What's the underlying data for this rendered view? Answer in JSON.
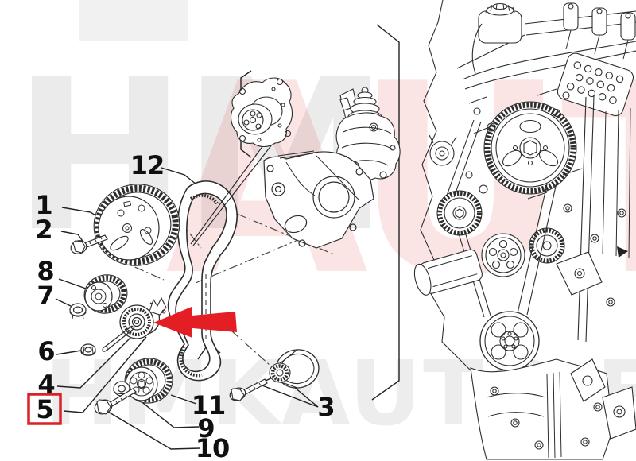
{
  "diagram": {
    "type": "exploded-parts-diagram",
    "subject": "timing-belt-kit-and-engine",
    "callouts": [
      {
        "label": "1"
      },
      {
        "label": "2"
      },
      {
        "label": "3"
      },
      {
        "label": "4"
      },
      {
        "label": "5"
      },
      {
        "label": "6"
      },
      {
        "label": "7"
      },
      {
        "label": "8"
      },
      {
        "label": "9"
      },
      {
        "label": "10"
      },
      {
        "label": "11"
      },
      {
        "label": "12"
      }
    ],
    "highlight": {
      "boxed_callout": "5",
      "box_color": "#dd1f26",
      "arrow_color": "#e31e24"
    },
    "line_color": "#2d2d2d",
    "background": "#ffffff",
    "watermark": {
      "word_gray": "HM",
      "word_red": "AUTO",
      "word_bottom": "HMKAUTO.EE"
    }
  }
}
